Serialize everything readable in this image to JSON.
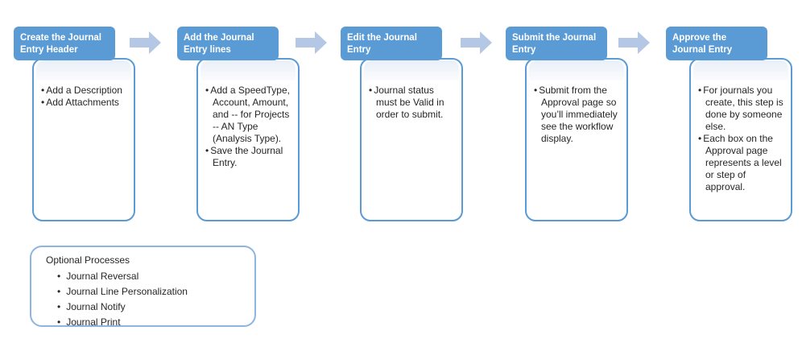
{
  "colors": {
    "header_fill": "#5b9bd5",
    "header_text": "#ffffff",
    "body_border": "#5b9bd5",
    "body_band": "#e9eff8",
    "arrow_fill": "#b4c8e6",
    "optional_border": "#8eb4e3",
    "text": "#262626"
  },
  "steps": [
    {
      "title": "Create the Journal Entry Header",
      "bullets": [
        "Add a Description",
        "Add Attachments"
      ]
    },
    {
      "title": "Add the Journal Entry lines",
      "bullets": [
        "Add a SpeedType, Account, Amount, and -- for Projects -- AN Type (Analysis Type).",
        "Save the Journal Entry."
      ]
    },
    {
      "title": "Edit the Journal Entry",
      "bullets": [
        "Journal status must be Valid in order to submit."
      ]
    },
    {
      "title": "Submit the Journal Entry",
      "bullets": [
        "Submit from the Approval page so you’ll immediately see the workflow display."
      ]
    },
    {
      "title": "Approve the Journal Entry",
      "bullets": [
        "For journals you create, this step is done by someone else.",
        "Each box on the Approval page represents a level or step of approval."
      ]
    }
  ],
  "optional": {
    "title": "Optional Processes",
    "items": [
      "Journal Reversal",
      "Journal Line Personalization",
      "Journal Notify",
      "Journal Print"
    ]
  }
}
